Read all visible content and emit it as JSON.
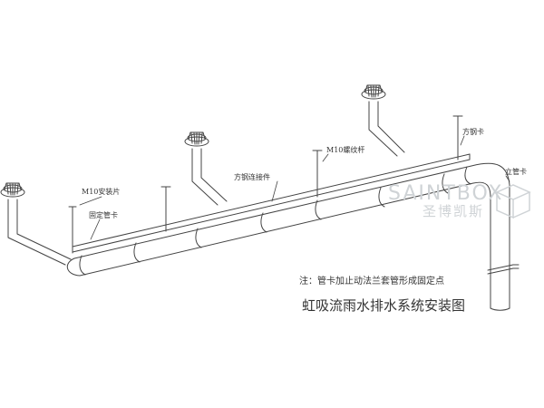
{
  "labels": {
    "m10_mount": "M10安装片",
    "fixed_clamp": "固定管卡",
    "steel_connector": "方钢连接件",
    "m10_rod": "M10螺纹杆",
    "steel_clamp": "方钢卡",
    "riser_clamp": "立管卡"
  },
  "note": "注：管卡加止动法兰套管形成固定点",
  "caption": "虹吸流雨水排水系统安装图",
  "watermark": {
    "en": "SAINTBOX",
    "cn": "圣博凯斯"
  },
  "colors": {
    "line": "#444444",
    "watermark": "#cfd3d6"
  }
}
